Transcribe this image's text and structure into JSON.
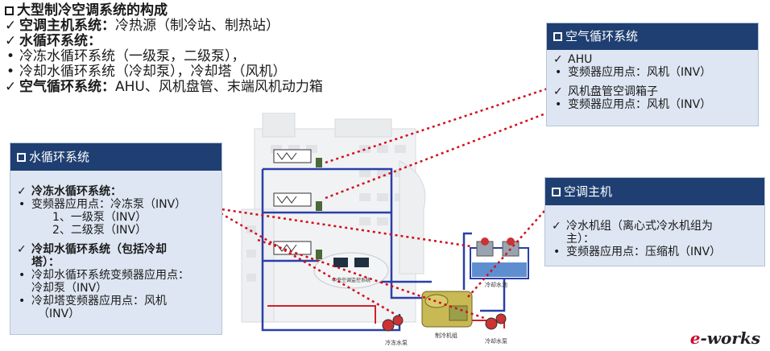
{
  "top": {
    "title": "大型制冷空调系统的构成",
    "line1_label": "空调主机系统：",
    "line1_text": "冷热源（制冷站、制热站）",
    "line2_label": "水循环系统：",
    "line3": "冷冻水循环系统（一级泵，二级泵），",
    "line4": "冷却水循环系统（冷却泵），冷却塔（风机）",
    "line5_label": "空气循环系统：",
    "line5_text": "AHU、风机盘管、末端风机动力箱"
  },
  "panel_air": {
    "title": "空气循环系统",
    "r1": "AHU",
    "r2": "变频器应用点：风机（INV）",
    "r3": "风机盘管空调箱子",
    "r4": "变频器应用点：风机（INV）"
  },
  "panel_water": {
    "title": "水循环系统",
    "r1": "冷冻水循环系统：",
    "r2": "变频器应用点：冷冻泵（INV）",
    "r3": "1、一级泵（INV）",
    "r4": "2、二级泵（INV）",
    "r5a": "冷却水循环系统（包括冷却",
    "r5b": "塔）：",
    "r6a": "冷却水循环系统变频器应用点：",
    "r6b": "冷却泵（INV）",
    "r7a": "冷却塔变频器应用点：风机",
    "r7b": "（INV）"
  },
  "panel_host": {
    "title": "空调主机",
    "r1a": "冷水机组（离心式冷水机组为",
    "r1b": "主）：",
    "r2": "变频器应用点：压缩机（INV）"
  },
  "diagram_labels": {
    "chiller": "制冷机组",
    "cold_pool": "冷却水池",
    "pump1": "冷冻水泵",
    "pump2": "冷却水泵",
    "control": "中央空调监控系统"
  },
  "watermark": {
    "e": "e",
    "rest": "-works"
  },
  "colors": {
    "header": "#1f3f72",
    "panel": "#dde6f2",
    "pipe": "#2a3fa8",
    "dotted": "#d0101c"
  }
}
